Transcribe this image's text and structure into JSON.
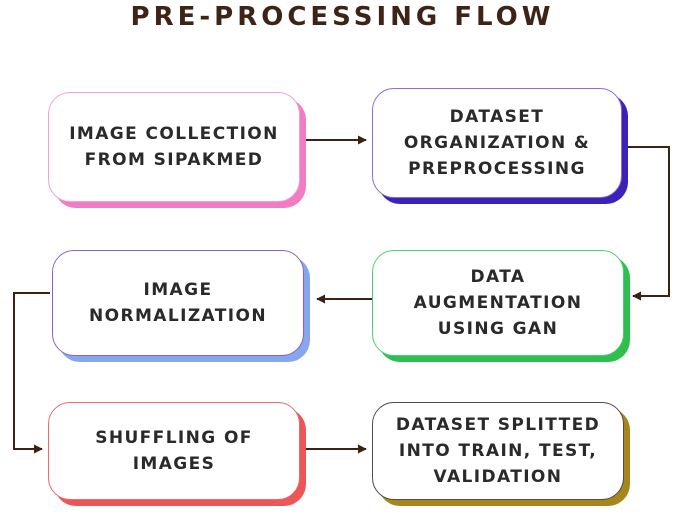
{
  "title": "PRE-PROCESSING FLOW",
  "nodes": [
    {
      "id": "image-collection",
      "lines": [
        "IMAGE COLLECTION",
        "FROM SIPAKMED"
      ],
      "border_color": "#f2a0d8",
      "shadow_color": "#f07cc4"
    },
    {
      "id": "dataset-organization",
      "lines": [
        "DATASET",
        "ORGANIZATION &",
        "PREPROCESSING"
      ],
      "border_color": "#8f6cd9",
      "shadow_color": "#3b22b8"
    },
    {
      "id": "data-augmentation",
      "lines": [
        "DATA",
        "AUGMENTATION",
        "USING GAN"
      ],
      "border_color": "#4ccf7a",
      "shadow_color": "#2fbf4e"
    },
    {
      "id": "image-normalization",
      "lines": [
        "IMAGE",
        "NORMALIZATION"
      ],
      "border_color": "#8a63c9",
      "shadow_color": "#86a6ef"
    },
    {
      "id": "shuffling-of-images",
      "lines": [
        "SHUFFLING OF",
        "IMAGES"
      ],
      "border_color": "#ee6a6a",
      "shadow_color": "#ec5656"
    },
    {
      "id": "dataset-splitted",
      "lines": [
        "DATASET SPLITTED",
        "INTO TRAIN, TEST,",
        "VALIDATION"
      ],
      "border_color": "#4d4d4d",
      "shadow_color": "#a8861c"
    }
  ],
  "edges": [
    {
      "from": "image-collection",
      "to": "dataset-organization"
    },
    {
      "from": "dataset-organization",
      "to": "data-augmentation"
    },
    {
      "from": "data-augmentation",
      "to": "image-normalization"
    },
    {
      "from": "image-normalization",
      "to": "shuffling-of-images"
    },
    {
      "from": "shuffling-of-images",
      "to": "dataset-splitted"
    }
  ],
  "edge_color": "#3b2213"
}
